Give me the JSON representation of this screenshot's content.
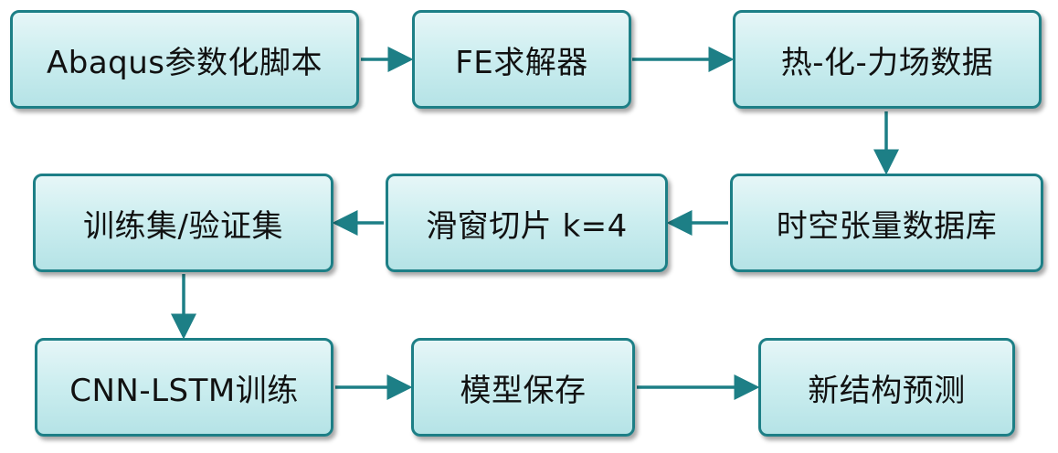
{
  "accent_color": "#1d7f86",
  "steps": {
    "abaqus_script": "Abaqus参数化脚本",
    "fe_solver": "FE求解器",
    "field_data": "热-化-力场数据",
    "tensor_database": "时空张量数据库",
    "sliding_window": "滑窗切片 k=4",
    "train_val_set": "训练集/验证集",
    "cnn_lstm_training": "CNN-LSTM训练",
    "model_save": "模型保存",
    "new_structure_prediction": "新结构预测"
  },
  "edges": [
    {
      "from": "abaqus_script",
      "to": "fe_solver"
    },
    {
      "from": "fe_solver",
      "to": "field_data"
    },
    {
      "from": "field_data",
      "to": "tensor_database"
    },
    {
      "from": "tensor_database",
      "to": "sliding_window"
    },
    {
      "from": "sliding_window",
      "to": "train_val_set"
    },
    {
      "from": "train_val_set",
      "to": "cnn_lstm_training"
    },
    {
      "from": "cnn_lstm_training",
      "to": "model_save"
    },
    {
      "from": "model_save",
      "to": "new_structure_prediction"
    }
  ]
}
